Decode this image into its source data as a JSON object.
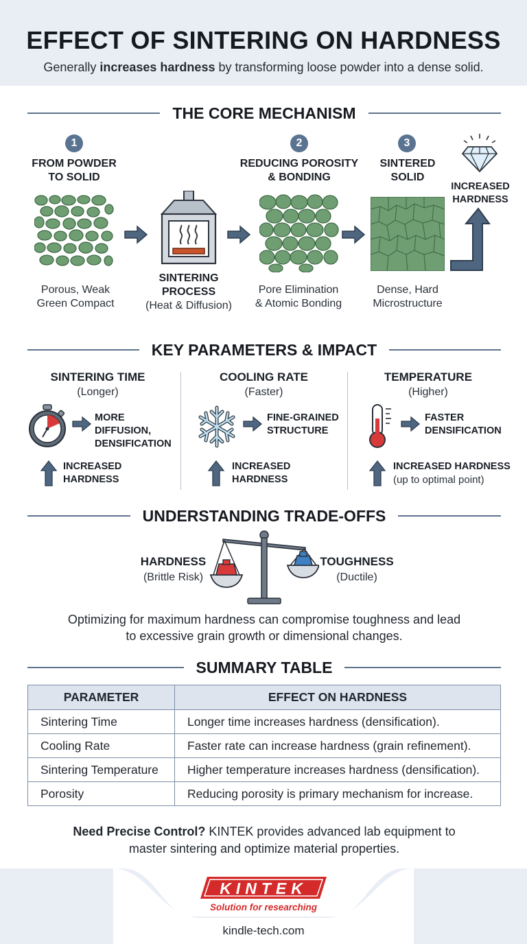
{
  "header": {
    "title": "EFFECT OF SINTERING ON HARDNESS",
    "subtitle_pre": "Generally ",
    "subtitle_bold": "increases hardness",
    "subtitle_post": " by transforming loose powder into a dense solid."
  },
  "mechanism": {
    "section_title": "THE CORE MECHANISM",
    "steps": [
      {
        "number": "1",
        "title_l1": "FROM POWDER",
        "title_l2": "TO SOLID",
        "caption_l1": "Porous, Weak",
        "caption_l2": "Green Compact"
      },
      {
        "number": "2",
        "title_l1": "REDUCING POROSITY",
        "title_l2": "& BONDING",
        "caption_l1": "Pore Elimination",
        "caption_l2": "& Atomic Bonding"
      },
      {
        "number": "3",
        "title_l1": "SINTERED",
        "title_l2": "SOLID",
        "caption_l1": "Dense, Hard",
        "caption_l2": "Microstructure"
      }
    ],
    "process": {
      "l1": "SINTERING",
      "l2": "PROCESS",
      "l3": "(Heat & Diffusion)"
    },
    "result": {
      "l1": "INCREASED",
      "l2": "HARDNESS"
    }
  },
  "parameters": {
    "section_title": "KEY PARAMETERS & IMPACT",
    "items": [
      {
        "title": "SINTERING TIME",
        "qualifier": "(Longer)",
        "effect_l1": "MORE DIFFUSION,",
        "effect_l2": "DENSIFICATION",
        "result_l1": "INCREASED",
        "result_l2": "HARDNESS",
        "icon": "stopwatch-icon"
      },
      {
        "title": "COOLING RATE",
        "qualifier": "(Faster)",
        "effect_l1": "FINE-GRAINED",
        "effect_l2": "STRUCTURE",
        "result_l1": "INCREASED",
        "result_l2": "HARDNESS",
        "icon": "snowflake-icon"
      },
      {
        "title": "TEMPERATURE",
        "qualifier": "(Higher)",
        "effect_l1": "FASTER",
        "effect_l2": "DENSIFICATION",
        "result_l1": "INCREASED HARDNESS",
        "result_l2": "(up to optimal point)",
        "icon": "thermometer-icon"
      }
    ]
  },
  "tradeoffs": {
    "section_title": "UNDERSTANDING TRADE-OFFS",
    "left_label": "HARDNESS",
    "left_sub": "(Brittle Risk)",
    "right_label": "TOUGHNESS",
    "right_sub": "(Ductile)",
    "note_l1": "Optimizing for maximum hardness can compromise toughness and lead",
    "note_l2": "to excessive grain growth or dimensional changes."
  },
  "summary": {
    "section_title": "SUMMARY TABLE",
    "headers": [
      "PARAMETER",
      "EFFECT ON HARDNESS"
    ],
    "rows": [
      [
        "Sintering Time",
        "Longer time increases hardness (densification)."
      ],
      [
        "Cooling Rate",
        "Faster rate can increase hardness (grain refinement)."
      ],
      [
        "Sintering Temperature",
        "Higher temperature increases hardness (densification)."
      ],
      [
        "Porosity",
        "Reducing porosity is primary mechanism for increase."
      ]
    ]
  },
  "cta": {
    "bold": "Need Precise Control?",
    "text_l1": " KINTEK provides advanced lab equipment to",
    "text_l2": "master sintering and optimize material properties."
  },
  "footer": {
    "brand": "KINTEK",
    "tagline": "Solution for researching",
    "website": "kindle-tech.com"
  },
  "colors": {
    "accent": "#5a7390",
    "green": "#6f9e73",
    "red": "#d83a3a",
    "blue": "#3f7fc4",
    "arrow": "#4f6681",
    "header_bg": "#e9eef5"
  }
}
